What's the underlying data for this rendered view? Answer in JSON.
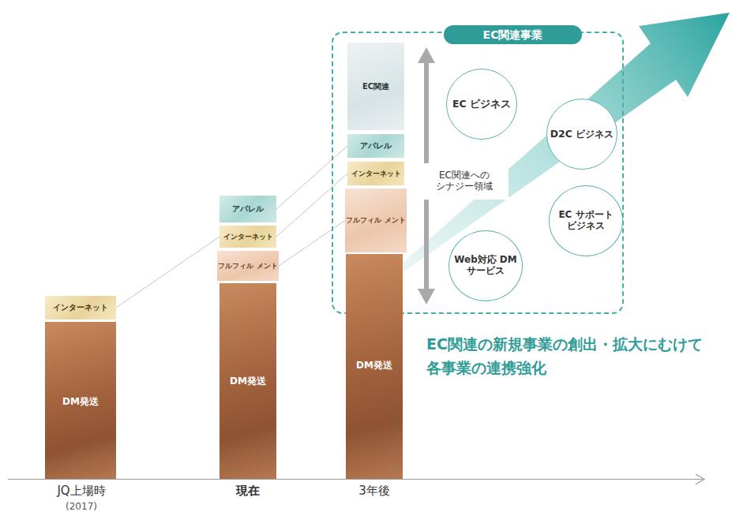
{
  "diagram": {
    "nodes": [
      {
        "text": [
          "インターネット"
        ]
      },
      {
        "text": [
          "DM発送"
        ]
      },
      {
        "text": [
          "アパレル"
        ]
      },
      {
        "text": [
          "インターネット"
        ]
      },
      {
        "text": [
          "フルフィル メント"
        ]
      },
      {
        "text": [
          "DM発送"
        ]
      },
      {
        "text": [
          "EC関連事業"
        ]
      },
      {
        "text": [
          "EC関連"
        ],
        "in": 6
      },
      {
        "text": [
          "アパレル"
        ],
        "in": 6
      },
      {
        "text": [
          "インターネット"
        ],
        "in": 6
      },
      {
        "text": [
          "フルフィル メント"
        ],
        "in": 6
      },
      {
        "text": [
          "EC関連への シナジー領域"
        ],
        "in": 6
      },
      {
        "text": [
          "EC ビジネス"
        ],
        "in": 6
      },
      {
        "text": [
          "D2C ビジネス"
        ],
        "in": 6
      },
      {
        "text": [
          "EC サポート ビジネス"
        ],
        "in": 6
      },
      {
        "text": [
          "Web対応 DM サービス"
        ],
        "in": 6
      },
      {
        "text": [
          "DM発送"
        ]
      }
    ],
    "edges": [
      {
        "from": 0,
        "to": 3,
        "arrow": "none"
      },
      {
        "from": 2,
        "to": 8,
        "arrow": "none"
      },
      {
        "from": 3,
        "to": 9,
        "arrow": "none"
      },
      {
        "from": 4,
        "to": 10,
        "arrow": "none"
      }
    ],
    "labels": [
      "EC関連の新規事業の創出・拡大にむけて 各事業の連携強化",
      "JQ上場時",
      "(2017)",
      "現在",
      "3年後"
    ]
  }
}
